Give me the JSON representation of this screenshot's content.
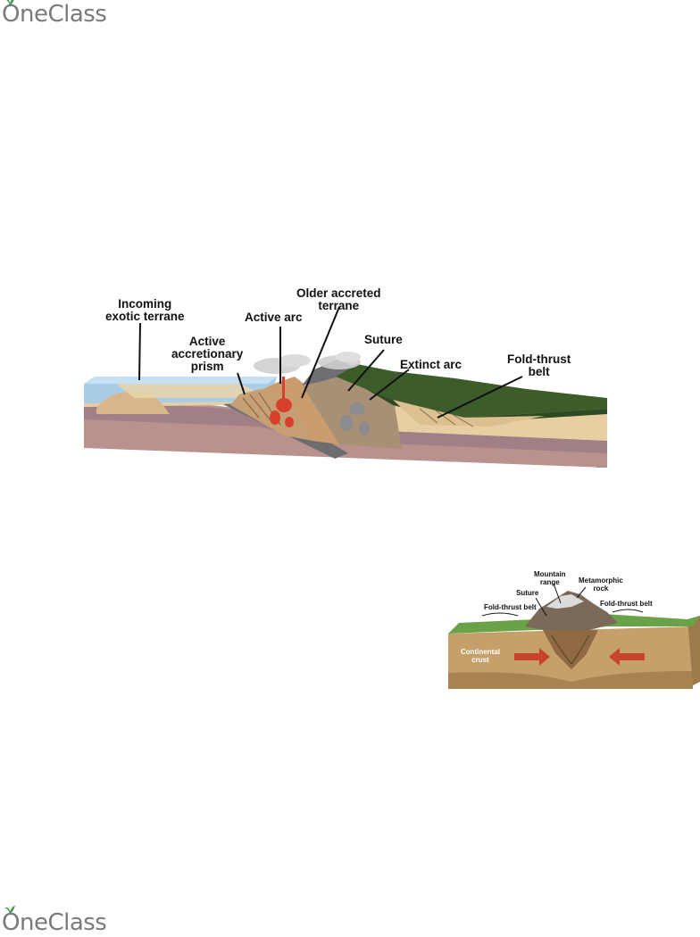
{
  "brand": {
    "name": "OneClass"
  },
  "figure1": {
    "labels": {
      "incoming_line1": "Incoming",
      "incoming_line2": "exotic terrane",
      "active_arc": "Active arc",
      "older_line1": "Older accreted",
      "older_line2": "terrane",
      "prism_line1": "Active",
      "prism_line2": "accretionary",
      "prism_line3": "prism",
      "suture": "Suture",
      "extinct_arc": "Extinct arc",
      "fold_line1": "Fold-thrust",
      "fold_line2": "belt"
    }
  },
  "figure2": {
    "labels": {
      "mountain_line1": "Mountain",
      "mountain_line2": "range",
      "metamorphic_line1": "Metamorphic",
      "metamorphic_line2": "rock",
      "suture": "Suture",
      "fold_left": "Fold-thrust belt",
      "fold_right": "Fold-thrust belt",
      "crust_line1": "Continental",
      "crust_line2": "crust"
    }
  }
}
